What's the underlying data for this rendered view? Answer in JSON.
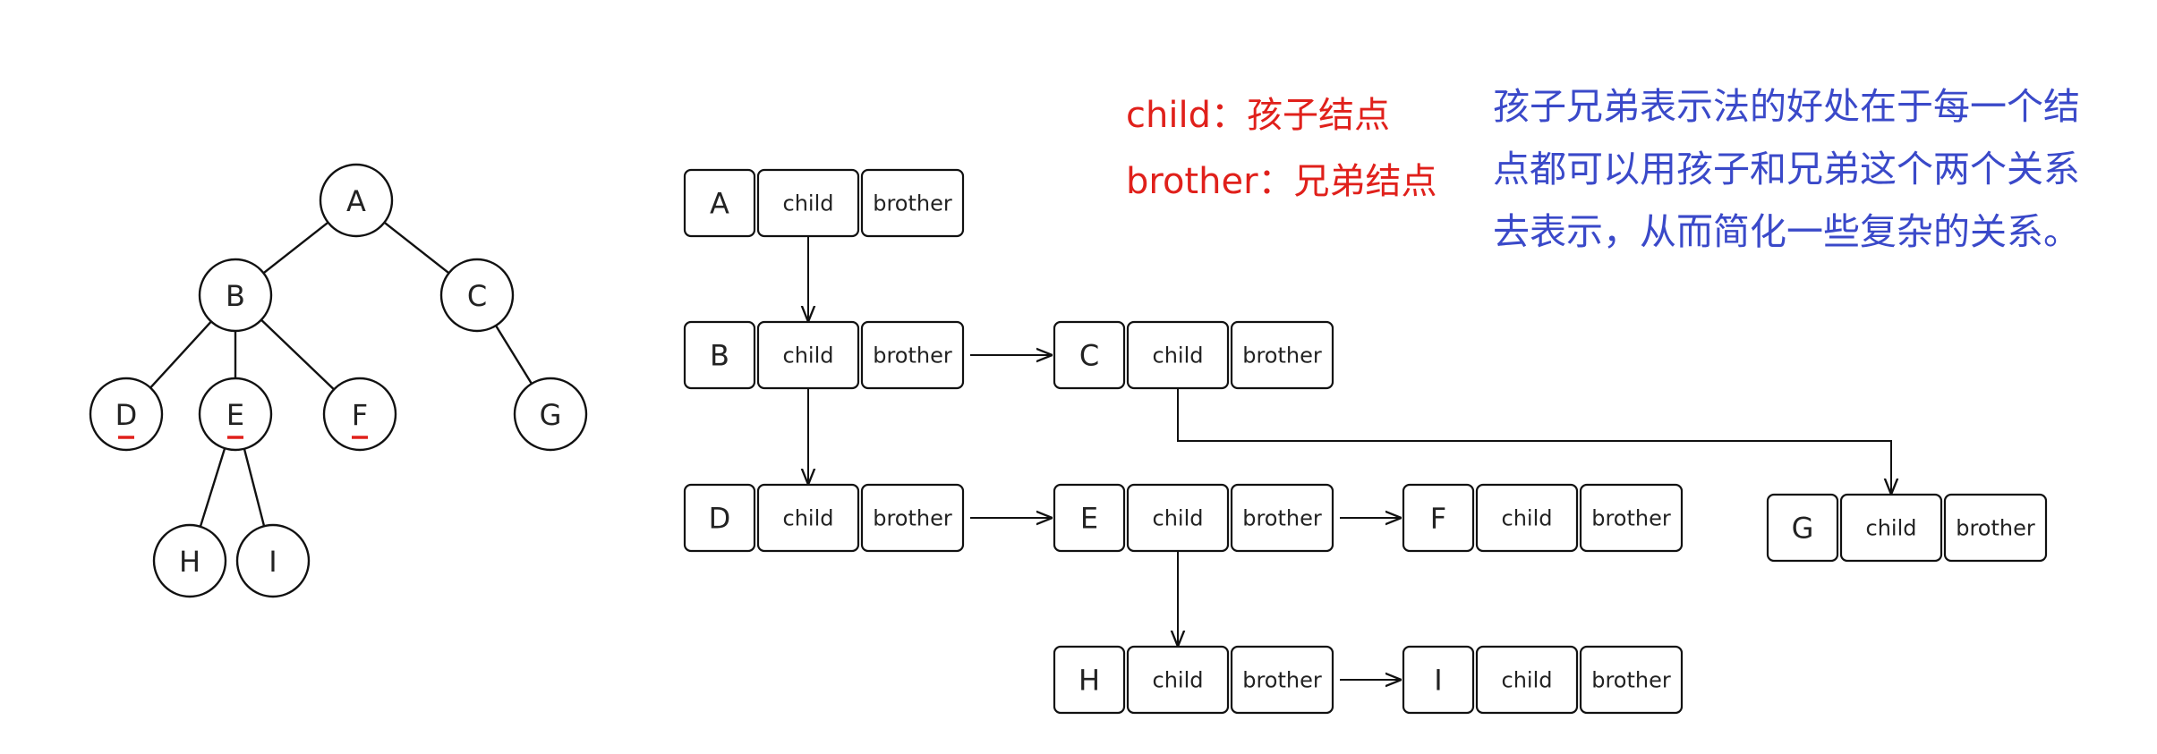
{
  "legend": {
    "child_line": "child：孩子结点",
    "brother_line": "brother：兄弟结点"
  },
  "note": {
    "lines": [
      "孩子兄弟表示法的好处在于每一个结",
      "点都可以用孩子和兄弟这个两个关系",
      "去表示，从而简化一些复杂的关系。"
    ]
  },
  "tree": {
    "nodes": [
      "A",
      "B",
      "C",
      "D",
      "E",
      "F",
      "G",
      "H",
      "I"
    ],
    "edges": [
      [
        "A",
        "B"
      ],
      [
        "A",
        "C"
      ],
      [
        "B",
        "D"
      ],
      [
        "B",
        "E"
      ],
      [
        "B",
        "F"
      ],
      [
        "C",
        "G"
      ],
      [
        "E",
        "H"
      ],
      [
        "E",
        "I"
      ]
    ]
  },
  "representation": {
    "field_labels": {
      "child": "child",
      "brother": "brother"
    },
    "records": [
      "A",
      "B",
      "C",
      "D",
      "E",
      "F",
      "G",
      "H",
      "I"
    ],
    "child_links": [
      [
        "A",
        "B"
      ],
      [
        "B",
        "D"
      ],
      [
        "C",
        "G"
      ],
      [
        "E",
        "H"
      ]
    ],
    "brother_links": [
      [
        "B",
        "C"
      ],
      [
        "D",
        "E"
      ],
      [
        "E",
        "F"
      ],
      [
        "H",
        "I"
      ]
    ]
  },
  "colors": {
    "legend": "#e0201b",
    "note": "#3a49c9",
    "stroke": "#111111",
    "underline": "#e0201b"
  }
}
